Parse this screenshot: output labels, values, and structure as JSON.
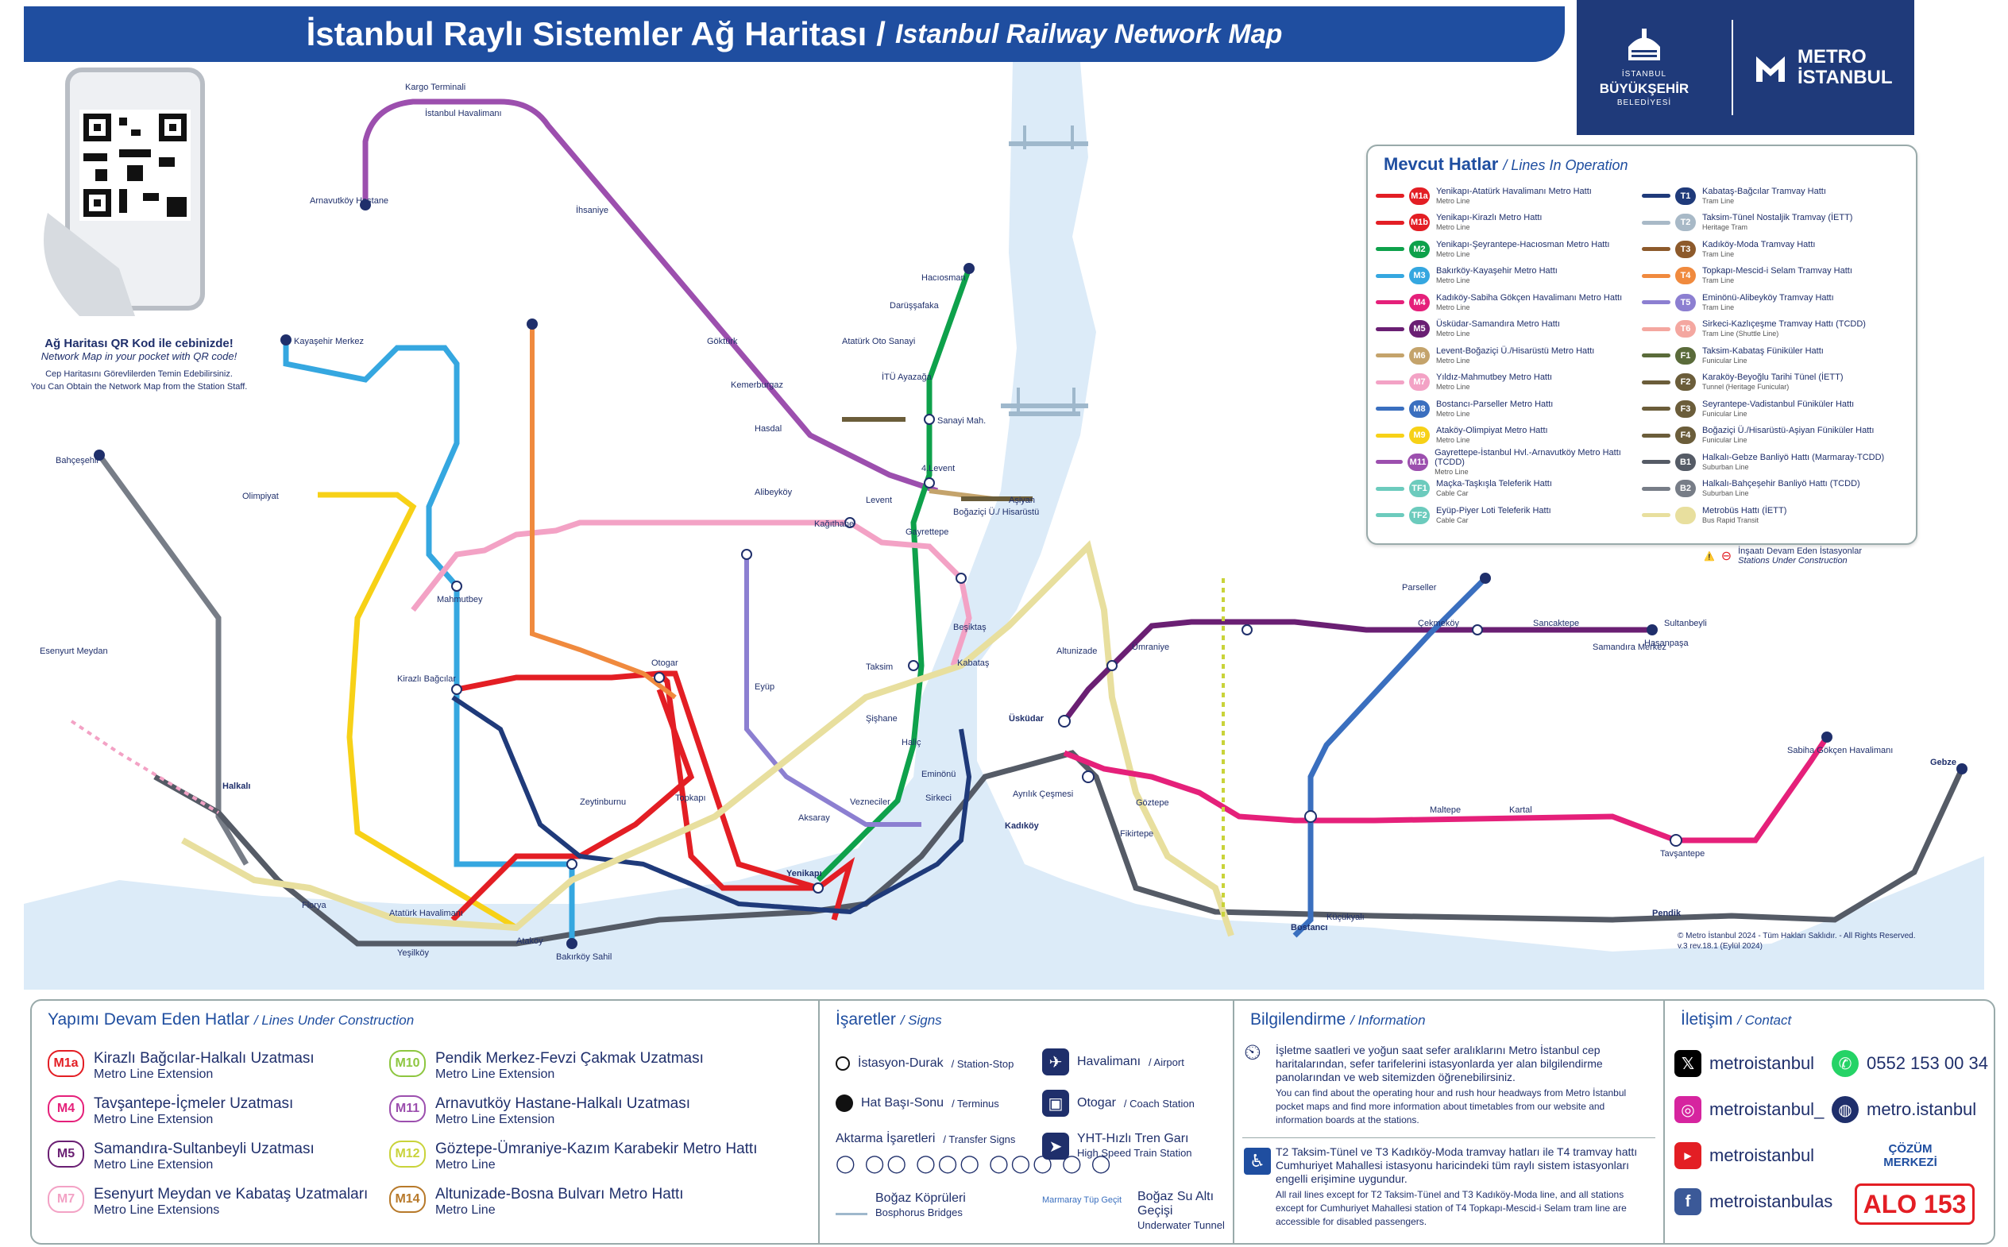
{
  "header": {
    "title_tr": "İstanbul Raylı Sistemler Ağ Haritası",
    "separator": "/",
    "title_en": "Istanbul Railway Network Map"
  },
  "logos": {
    "ibb_line1": "İSTANBUL",
    "ibb_line2": "BÜYÜKŞEHİR",
    "ibb_line3": "BELEDİYESİ",
    "metro_line1": "METRO",
    "metro_line2": "İSTANBUL"
  },
  "qr": {
    "title": "Ağ Haritası QR Kod ile cebinizde!",
    "subtitle": "Network Map in your pocket with QR code!",
    "note_tr": "Cep Haritasını Görevlilerden Temin Edebilirsiniz.",
    "note_en": "You Can Obtain the Network Map from the Station Staff."
  },
  "legend": {
    "title": "Mevcut Hatlar",
    "title_en": "/ Lines In Operation",
    "lines_left": [
      {
        "code": "M1a",
        "name": "Yenikapı-Atatürk Havalimanı Metro Hattı",
        "type": "Metro Line",
        "color": "#e31e24"
      },
      {
        "code": "M1b",
        "name": "Yenikapı-Kirazlı Metro Hattı",
        "type": "Metro Line",
        "color": "#e31e24"
      },
      {
        "code": "M2",
        "name": "Yenikapı-Şeyrantepe-Hacıosman Metro Hattı",
        "type": "Metro Line",
        "color": "#0ea14b"
      },
      {
        "code": "M3",
        "name": "Bakırköy-Kayaşehir Metro Hattı",
        "type": "Metro Line",
        "color": "#35a7e0"
      },
      {
        "code": "M4",
        "name": "Kadıköy-Sabiha Gökçen Havalimanı Metro Hattı",
        "type": "Metro Line",
        "color": "#e5207a"
      },
      {
        "code": "M5",
        "name": "Üsküdar-Samandıra Metro Hattı",
        "type": "Metro Line",
        "color": "#6a1f73"
      },
      {
        "code": "M6",
        "name": "Levent-Boğaziçi Ü./Hisarüstü Metro Hattı",
        "type": "Metro Line",
        "color": "#c4a36b"
      },
      {
        "code": "M7",
        "name": "Yıldız-Mahmutbey Metro Hattı",
        "type": "Metro Line",
        "color": "#f3a2c5"
      },
      {
        "code": "M8",
        "name": "Bostancı-Parseller Metro Hattı",
        "type": "Metro Line",
        "color": "#3a6fbf"
      },
      {
        "code": "M9",
        "name": "Ataköy-Olimpiyat Metro Hattı",
        "type": "Metro Line",
        "color": "#f7d117"
      },
      {
        "code": "M11",
        "name": "Gayrettepe-İstanbul Hvl.-Arnavutköy Metro Hattı (TCDD)",
        "type": "Metro Line",
        "color": "#9c4fae"
      },
      {
        "code": "TF1",
        "name": "Maçka-Taşkışla Teleferik Hattı",
        "type": "Cable Car",
        "color": "#6ccbbd"
      },
      {
        "code": "TF2",
        "name": "Eyüp-Piyer Loti Teleferik Hattı",
        "type": "Cable Car",
        "color": "#6ccbbd"
      }
    ],
    "lines_right": [
      {
        "code": "T1",
        "name": "Kabataş-Bağcılar Tramvay Hattı",
        "type": "Tram Line",
        "color": "#1f3a7a"
      },
      {
        "code": "T2",
        "name": "Taksim-Tünel Nostaljik Tramvay (İETT)",
        "type": "Heritage Tram",
        "color": "#a8b9c7"
      },
      {
        "code": "T3",
        "name": "Kadıköy-Moda Tramvay Hattı",
        "type": "Tram Line",
        "color": "#8d5a2b"
      },
      {
        "code": "T4",
        "name": "Topkapı-Mescid-i Selam Tramvay Hattı",
        "type": "Tram Line",
        "color": "#f08a3e"
      },
      {
        "code": "T5",
        "name": "Eminönü-Alibeyköy Tramvay Hattı",
        "type": "Tram Line",
        "color": "#8c7fd1"
      },
      {
        "code": "T6",
        "name": "Sirkeci-Kazlıçeşme Tramvay Hattı (TCDD)",
        "type": "Tram Line (Shuttle Line)",
        "color": "#f4a7a0"
      },
      {
        "code": "F1",
        "name": "Taksim-Kabataş Füniküler Hattı",
        "type": "Funicular Line",
        "color": "#5a6b3a"
      },
      {
        "code": "F2",
        "name": "Karaköy-Beyoğlu Tarihi Tünel (İETT)",
        "type": "Tunnel (Heritage Funicular)",
        "color": "#6b5d3a"
      },
      {
        "code": "F3",
        "name": "Seyrantepe-Vadistanbul Füniküler Hattı",
        "type": "Funicular Line",
        "color": "#6b5d3a"
      },
      {
        "code": "F4",
        "name": "Boğaziçi Ü./Hisarüstü-Aşiyan Füniküler Hattı",
        "type": "Funicular Line",
        "color": "#6b5d3a"
      },
      {
        "code": "B1",
        "name": "Halkalı-Gebze Banliyö Hattı (Marmaray-TCDD)",
        "type": "Suburban Line",
        "color": "#555b66"
      },
      {
        "code": "B2",
        "name": "Halkalı-Bahçeşehir Banliyö Hattı (TCDD)",
        "type": "Suburban Line",
        "color": "#777d87"
      },
      {
        "code": "",
        "name": "Metrobüs Hattı (İETT)",
        "type": "Bus Rapid Transit",
        "color": "#e8df9e"
      }
    ],
    "construction_note": "İnşaatı Devam Eden İstasyonlar",
    "construction_note_en": "Stations Under Construction"
  },
  "under_construction": {
    "title": "Yapımı Devam Eden Hatlar",
    "title_en": "/ Lines Under Construction",
    "items": [
      {
        "code": "M1a",
        "name": "Kirazlı Bağcılar-Halkalı Uzatması",
        "sub": "Metro Line Extension",
        "color": "#e31e24"
      },
      {
        "code": "M4",
        "name": "Tavşantepe-İçmeler Uzatması",
        "sub": "Metro Line Extension",
        "color": "#e5207a"
      },
      {
        "code": "M5",
        "name": "Samandıra-Sultanbeyli Uzatması",
        "sub": "Metro Line Extension",
        "color": "#6a1f73"
      },
      {
        "code": "M7",
        "name": "Esenyurt Meydan ve Kabataş Uzatmaları",
        "sub": "Metro Line Extensions",
        "color": "#f3a2c5"
      },
      {
        "code": "M10",
        "name": "Pendik Merkez-Fevzi Çakmak Uzatması",
        "sub": "Metro Line Extension",
        "color": "#8dc63f"
      },
      {
        "code": "M11",
        "name": "Arnavutköy Hastane-Halkalı Uzatması",
        "sub": "Metro Line Extension",
        "color": "#9c4fae"
      },
      {
        "code": "M12",
        "name": "Göztepe-Ümraniye-Kazım Karabekir Metro Hattı",
        "sub": "Metro Line",
        "color": "#c9d33a"
      },
      {
        "code": "M14",
        "name": "Altunizade-Bosna Bulvarı Metro Hattı",
        "sub": "Metro Line",
        "color": "#b7792a"
      }
    ]
  },
  "signs": {
    "title": "İşaretler",
    "title_en": "/ Signs",
    "station": "İstasyon-Durak",
    "station_en": "/ Station-Stop",
    "terminus": "Hat Başı-Sonu",
    "terminus_en": "/ Terminus",
    "transfer": "Aktarma İşaretleri",
    "transfer_en": "/ Transfer Signs",
    "airport": "Havalimanı",
    "airport_en": "/ Airport",
    "coach": "Otogar",
    "coach_en": "/ Coach Station",
    "yht": "YHT-Hızlı Tren Garı",
    "yht_en": "High Speed Train Station",
    "bridges": "Boğaz Köprüleri",
    "bridges_en": "Bosphorus Bridges",
    "tunnel": "Boğaz Su Altı Geçişi",
    "tunnel_en": "Underwater Tunnel",
    "marmaray": "Marmaray Tüp Geçit"
  },
  "info": {
    "title": "Bilgilendirme",
    "title_en": "/ Information",
    "p1_tr": "İşletme saatleri ve yoğun saat sefer aralıklarını Metro İstanbul cep haritalarından, sefer tarifelerini istasyonlarda yer alan bilgilendirme panolarından ve web sitemizden öğrenebilirsiniz.",
    "p1_en": "You can find about the operating hour and rush hour headways from Metro İstanbul pocket maps and find more information about timetables from our website and information boards at the stations.",
    "p2_tr": "T2 Taksim-Tünel ve T3 Kadıköy-Moda tramvay hatları ile T4 tramvay hattı Cumhuriyet Mahallesi istasyonu haricindeki tüm raylı sistem istasyonları engelli erişimine uygundur.",
    "p2_en": "All rail lines except for T2 Taksim-Tünel and T3 Kadıköy-Moda line, and all stations except for Cumhuriyet Mahallesi station of T4 Topkapı-Mescid-i Selam tram line are accessible for disabled passengers."
  },
  "contact": {
    "title": "İletişim",
    "title_en": "/ Contact",
    "x": "metroistanbul",
    "instagram": "metroistanbul_",
    "youtube": "metroistanbul",
    "facebook": "metroistanbulas",
    "whatsapp": "0552 153 00 34",
    "web": "metro.istanbul",
    "cozum": "ÇÖZÜM MERKEZİ",
    "alo": "ALO 153"
  },
  "copyright": {
    "line1": "© Metro İstanbul 2024 - Tüm Hakları Saklıdır. - All Rights Reserved.",
    "line2": "v.3 rev.18.1 (Eylül 2024)"
  },
  "map_labels": {
    "kargo": "Kargo Terminali",
    "airport": "İstanbul Havalimanı",
    "ihsaniye": "İhsaniye",
    "goktürk": "Göktürk",
    "kemerburgaz": "Kemerburgaz",
    "hasdal": "Hasdal",
    "kagithane": "Kağıthane",
    "gayrettepe": "Gayrettepe",
    "hacıosman": "Hacıosman",
    "darussafaka": "Darüşşafaka",
    "ataturk_oto": "Atatürk Oto Sanayi",
    "itu": "İTÜ Ayazağa",
    "sanayi": "Sanayi Mah.",
    "levent4": "4.Levent",
    "levent": "Levent",
    "taksim": "Taksim",
    "sishane": "Şişhane",
    "halic": "Haliç",
    "vezneciler": "Vezneciler",
    "yenikapi": "Yenikapı",
    "kabatas": "Kabataş",
    "eminonu": "Eminönü",
    "sirkeci": "Sirkeci",
    "uskudar": "Üsküdar",
    "altunizade": "Altunizade",
    "kadikoy": "Kadıköy",
    "ayrilik": "Ayrılık Çeşmesi",
    "bostanci": "Bostancı",
    "goztepe": "Göztepe",
    "pendik": "Pendik",
    "gebze": "Gebze",
    "sabiha": "Sabiha Gökçen Havalimanı",
    "tavsantepe": "Tavşantepe",
    "kartal": "Kartal",
    "samandira": "Samandıra Merkez",
    "sultanbeyli": "Sultanbeyli",
    "parseller": "Parseller",
    "cekmekoy": "Çekmeköy",
    "umraniye": "Ümraniye",
    "halkali": "Halkalı",
    "bahcesehir": "Bahçeşehir",
    "kirazli": "Kirazlı Bağcılar",
    "bakirkoy": "Bakırköy Sahil",
    "atakoy": "Ataköy",
    "olimpiyat": "Olimpiyat",
    "kayasehir": "Kayaşehir Merkez",
    "mahmutbey": "Mahmutbey",
    "otogar": "Otogar",
    "topkapi": "Topkapı",
    "aksaray": "Aksaray",
    "zeytinburnu": "Zeytinburnu",
    "atakoy_air": "Atatürk Havalimanı",
    "florya": "Florya",
    "yesilkoy": "Yeşilköy",
    "alibeykoy": "Alibeyköy",
    "eyup": "Eyüp",
    "bogazici": "Boğaziçi Ü./ Hisarüstü",
    "asiyan": "Aşiyan",
    "besiktas": "Beşiktaş",
    "fikirtepe": "Fikirtepe",
    "kucukyali": "Küçükyalı",
    "maltepe": "Maltepe",
    "esenyurt": "Esenyurt Meydan",
    "arnavutkoy": "Arnavutköy Hastane",
    "hasanpasa": "Hasanpaşa",
    "sancaktepe": "Sancaktepe"
  }
}
